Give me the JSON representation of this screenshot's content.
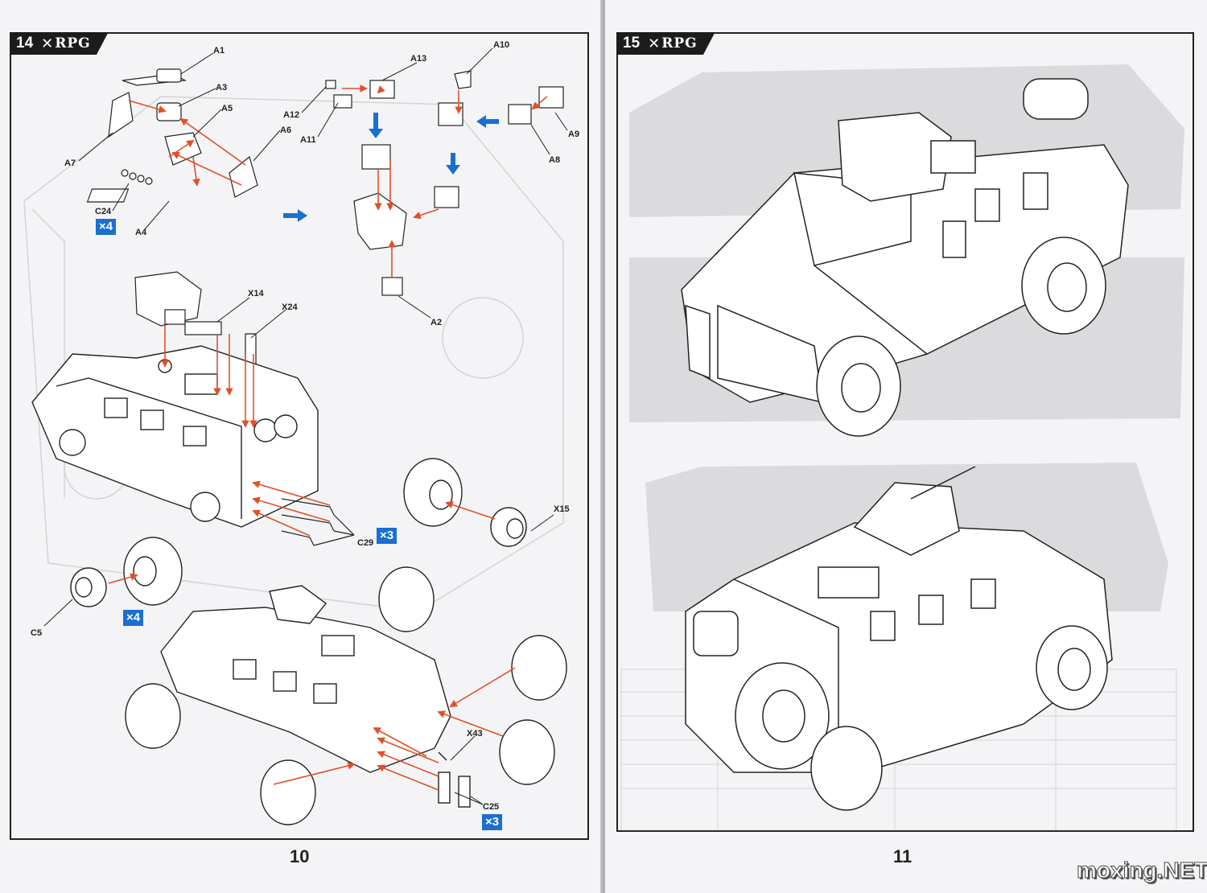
{
  "watermark": "moxing.NET",
  "left_page": {
    "step_number": "14",
    "brand": "RPG",
    "page_number": "10",
    "labels": {
      "a1": "A1",
      "a3": "A3",
      "a5": "A5",
      "a6": "A6",
      "a7": "A7",
      "a12": "A12",
      "a11": "A11",
      "a13": "A13",
      "a10": "A10",
      "a9": "A9",
      "a8": "A8",
      "a4": "A4",
      "a2": "A2",
      "c24": "C24",
      "x14": "X14",
      "x24": "X24",
      "x15": "X15",
      "c29": "C29",
      "c5": "C5",
      "x43": "X43",
      "c25": "C25"
    },
    "qty": {
      "c24": "×4",
      "c29": "×3",
      "c5": "×4",
      "c25": "×3"
    }
  },
  "right_page": {
    "step_number": "15",
    "brand": "RPG",
    "page_number": "11"
  },
  "colors": {
    "arrow_red": "#e0502a",
    "arrow_blue": "#1a6fd1",
    "badge_blue": "#1a6fd1",
    "line": "#222222"
  }
}
